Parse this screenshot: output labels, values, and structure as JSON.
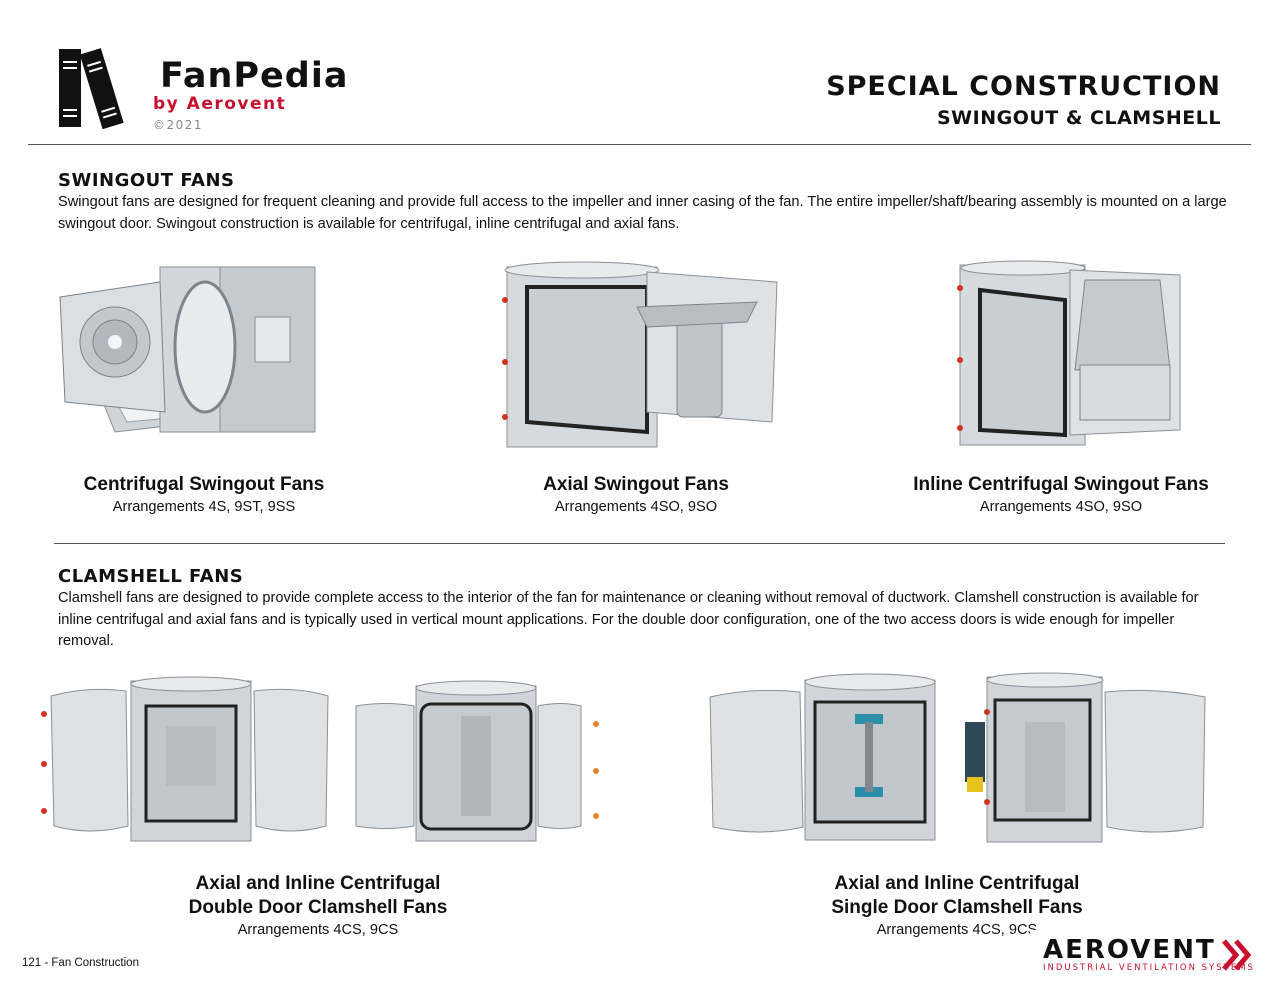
{
  "brand": {
    "name": "FanPedia",
    "byline": "by Aerovent",
    "copyright": "©2021"
  },
  "header": {
    "title": "SPECIAL CONSTRUCTION",
    "subtitle": "SWINGOUT & CLAMSHELL"
  },
  "swingout": {
    "heading": "SWINGOUT FANS",
    "body": "Swingout fans are designed for frequent cleaning and provide full access to the impeller and inner casing of the fan. The entire impeller/shaft/bearing assembly is mounted on a large swingout door. Swingout construction is available for centrifugal, inline centrifugal and axial fans.",
    "items": [
      {
        "title": "Centrifugal Swingout Fans",
        "arrangements": "Arrangements 4S, 9ST, 9SS"
      },
      {
        "title": "Axial Swingout Fans",
        "arrangements": "Arrangements 4SO, 9SO"
      },
      {
        "title": "Inline Centrifugal Swingout Fans",
        "arrangements": "Arrangements 4SO, 9SO"
      }
    ]
  },
  "clamshell": {
    "heading": "CLAMSHELL FANS",
    "body": "Clamshell fans are designed to provide complete access to the interior of the fan for maintenance or cleaning without removal of ductwork. Clamshell construction is available for inline centrifugal and axial fans and is typically used in vertical mount applications. For the double door configuration, one of the two access doors is wide enough for impeller removal.",
    "items": [
      {
        "title_line1": "Axial and Inline Centrifugal",
        "title_line2": "Double Door Clamshell Fans",
        "arrangements": "Arrangements 4CS, 9CS"
      },
      {
        "title_line1": "Axial and Inline Centrifugal",
        "title_line2": "Single Door Clamshell Fans",
        "arrangements": "Arrangements 4CS, 9CS"
      }
    ]
  },
  "footer": {
    "page_label": "121 - Fan Construction"
  },
  "company": {
    "name": "AEROVENT",
    "tagline": "INDUSTRIAL VENTILATION SYSTEMS"
  },
  "colors": {
    "brand_red": "#c8102e",
    "metal": "#c9ced3"
  }
}
